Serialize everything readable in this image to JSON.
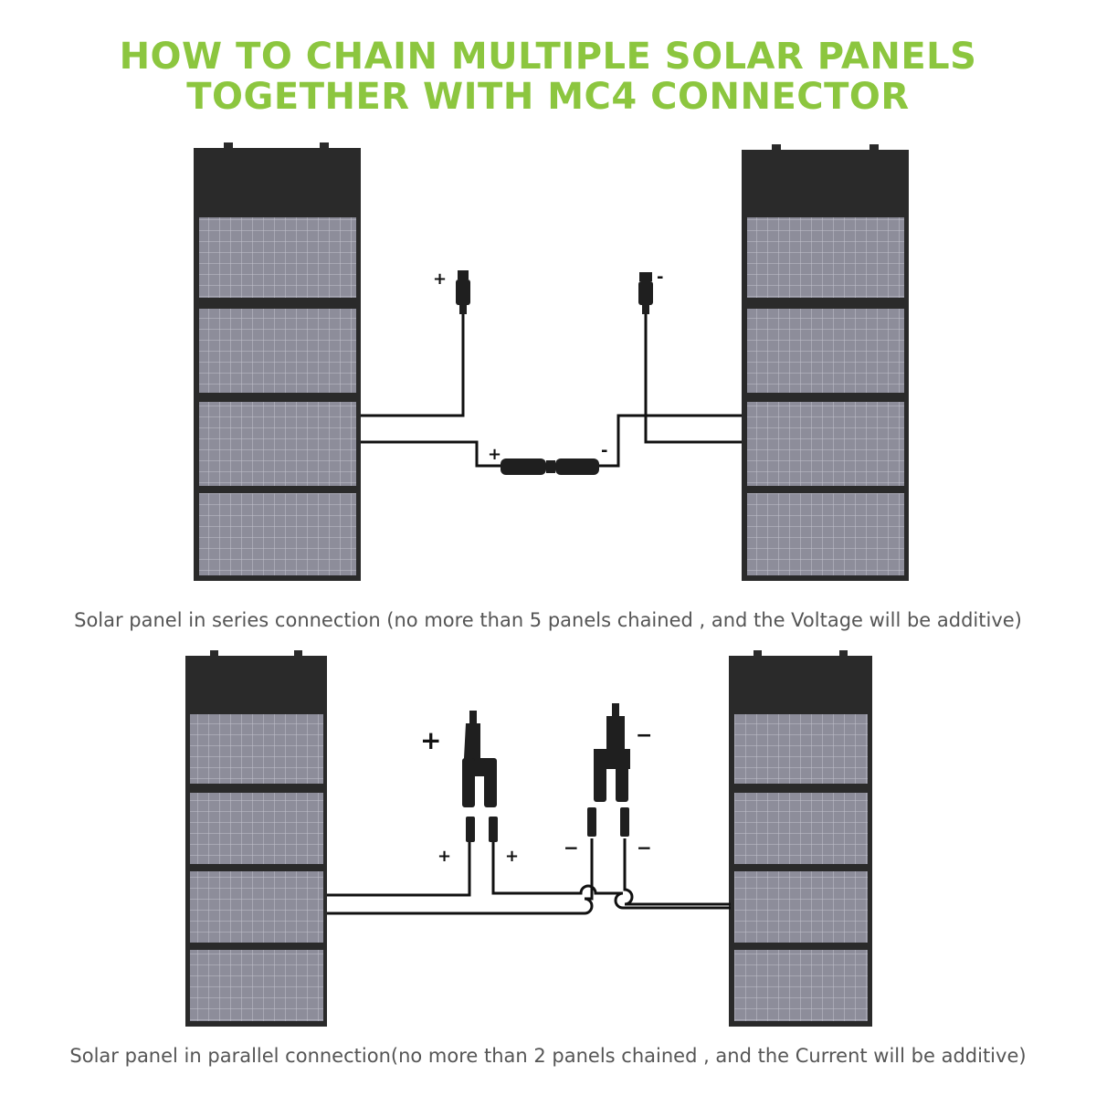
{
  "title": {
    "line1": "HOW TO CHAIN MULTIPLE SOLAR PANELS",
    "line2": "TOGETHER WITH MC4 CONNECTOR",
    "color": "#8cc63f"
  },
  "series": {
    "caption": "Solar panel in series connection (no more than 5 panels chained , and the Voltage will be additive)",
    "labels": {
      "plus_top": "+",
      "minus_top": "-",
      "plus_joint": "+",
      "minus_joint": "-"
    }
  },
  "parallel": {
    "caption": "Solar panel in parallel connection(no more than 2 panels chained , and the Current will be additive)",
    "labels": {
      "plus_branch": "+",
      "minus_branch": "−",
      "plus_left": "+",
      "plus_right": "+",
      "minus_left": "−",
      "minus_right": "−"
    }
  },
  "colors": {
    "panel_frame": "#2a2a2a",
    "panel_cell": "#8d8d9a",
    "cell_line": "#c8c8d2",
    "wire": "#111111",
    "connector": "#1f1f1f"
  }
}
